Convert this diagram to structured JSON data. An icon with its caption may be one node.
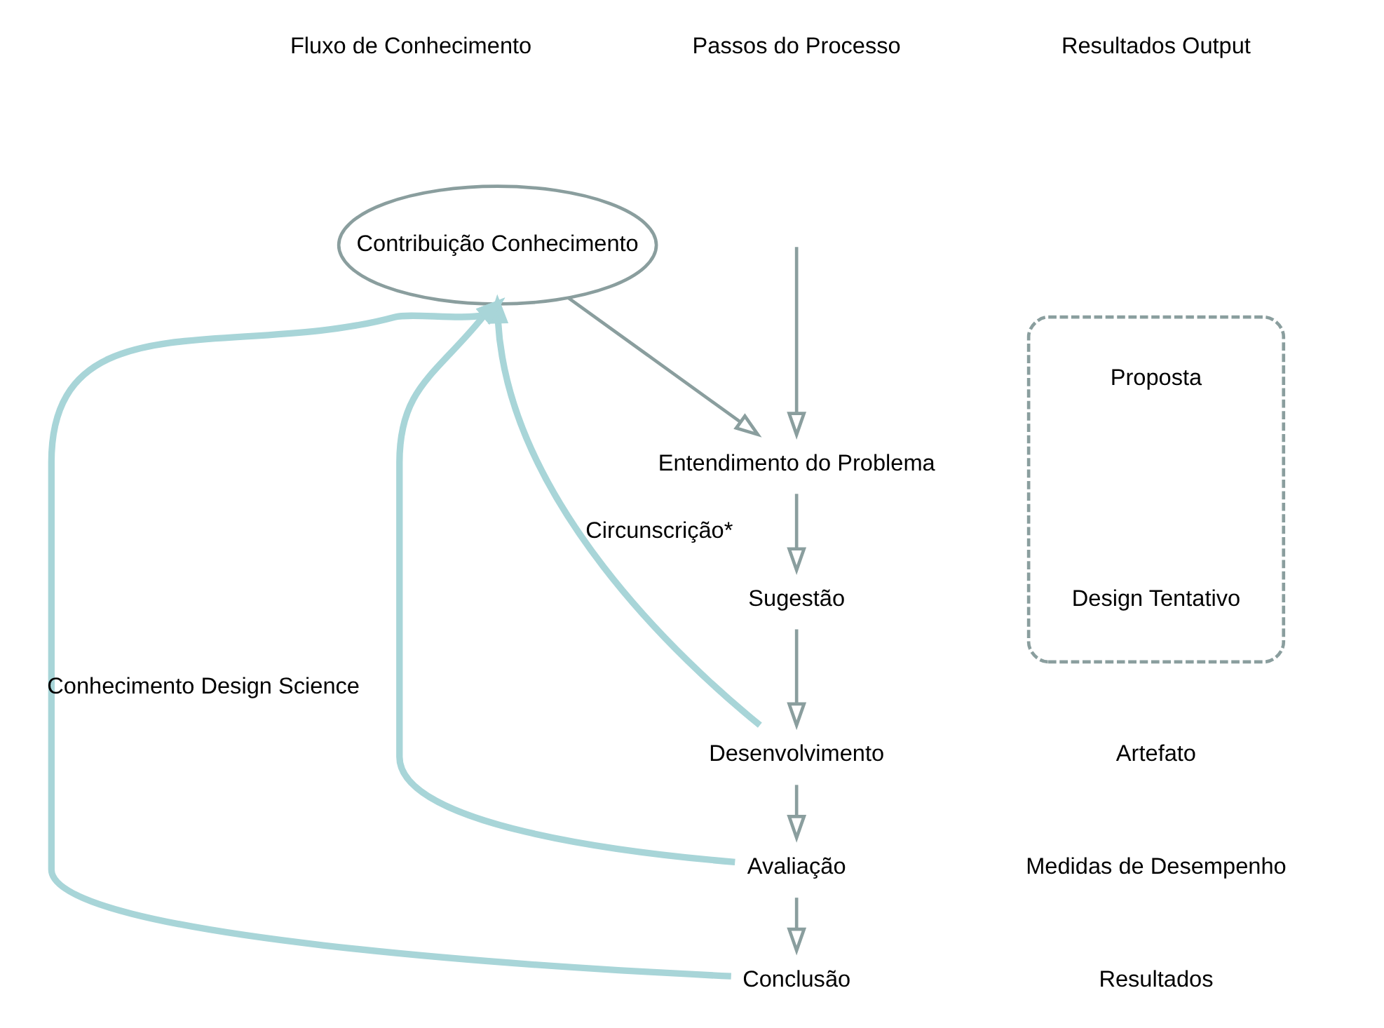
{
  "diagram": {
    "nodes": [
      {
        "text": [
          "Contribuição Conhecimento"
        ]
      },
      {
        "text": [
          "Entendimento do Problema"
        ]
      },
      {
        "text": [
          "Sugestão"
        ]
      },
      {
        "text": [
          "Desenvolvimento"
        ]
      },
      {
        "text": [
          "Avaliação"
        ]
      },
      {
        "text": [
          "Conclusão"
        ]
      },
      {
        "text": [],
        "shape": "box"
      },
      {
        "text": [
          "Proposta"
        ],
        "in": 6
      },
      {
        "text": [
          "Design Tentativo"
        ],
        "in": 6
      },
      {
        "text": [
          "Artefato"
        ]
      },
      {
        "text": [
          "Medidas de Desempenho"
        ]
      },
      {
        "text": [
          "Resultados"
        ]
      }
    ],
    "edges": [
      {
        "from": null,
        "to": 1,
        "arrow": "to"
      },
      {
        "from": 0,
        "to": 1,
        "arrow": "to"
      },
      {
        "from": 1,
        "to": 2,
        "arrow": "to"
      },
      {
        "from": 2,
        "to": 3,
        "arrow": "to"
      },
      {
        "from": 3,
        "to": 4,
        "arrow": "to"
      },
      {
        "from": 4,
        "to": 5,
        "arrow": "to"
      },
      {
        "from": 3,
        "to": 0,
        "arrow": "to",
        "label": "Circunscrição*",
        "color": "#a8d5d8",
        "style": "thick"
      },
      {
        "from": 4,
        "to": 0,
        "arrow": "to",
        "color": "#a8d5d8",
        "style": "thick"
      },
      {
        "from": 5,
        "to": 0,
        "arrow": "to",
        "label": "Conhecimento Design Science",
        "color": "#a8d5d8",
        "style": "thick"
      }
    ],
    "labels": [
      "Fluxo de Conhecimento",
      "Passos do Processo",
      "Resultados Output"
    ]
  }
}
